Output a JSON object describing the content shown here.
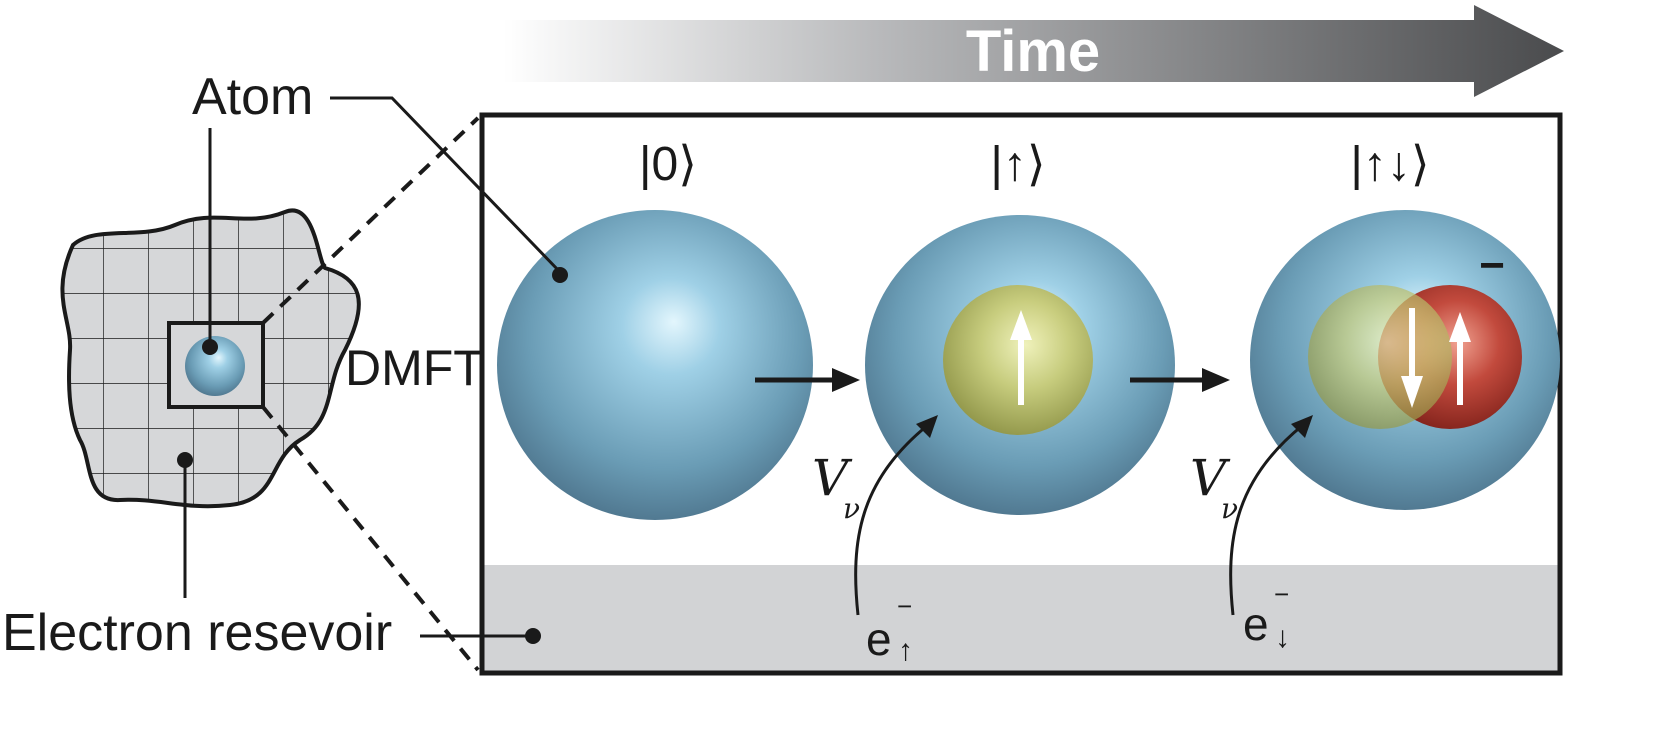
{
  "header": {
    "time_label": "Time"
  },
  "labels": {
    "atom": "Atom",
    "dmft": "DMFT",
    "reservoir": "Electron resevoir"
  },
  "states": [
    {
      "ket": "|0⟩"
    },
    {
      "ket": "|↑⟩"
    },
    {
      "ket": "|↑↓⟩"
    }
  ],
  "hybridization": {
    "symbol": "V",
    "subscript": "ν",
    "electrons": [
      {
        "symbol": "e",
        "charge": "−",
        "spin": "↑"
      },
      {
        "symbol": "e",
        "charge": "−",
        "spin": "↓"
      }
    ]
  },
  "charge_mark": "−",
  "colors": {
    "atom_blue": "#5f93ad",
    "spin_up_yellow": "#b7bb63",
    "spin_down_red": "#a8352e",
    "reservoir_gray": "#d2d3d5",
    "time_arrow_dark": "#4a4b4d",
    "outline": "#1a1a1a"
  }
}
